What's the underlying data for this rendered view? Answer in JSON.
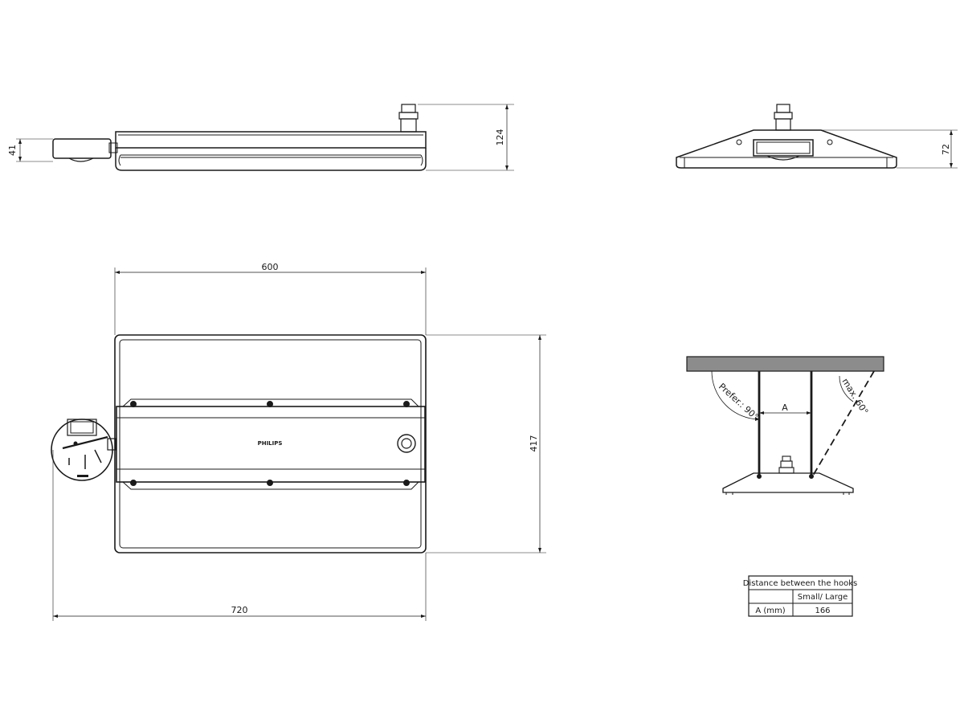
{
  "dimensions": {
    "side_height": "41",
    "side_total_height": "124",
    "front_height": "72",
    "top_width": "600",
    "top_depth": "417",
    "overall_width": "720"
  },
  "brand": "PHILIPS",
  "mounting": {
    "prefer_label": "Prefer.: 90°",
    "max_label": "max. 60°",
    "hook_distance_label": "A"
  },
  "hook_table": {
    "title": "Distance between the hooks",
    "column_header": "Small/ Large",
    "row_label": "A (mm)",
    "row_value": "166"
  },
  "colors": {
    "line": "#1a1a1a",
    "ceiling": "#8c8c8c"
  }
}
